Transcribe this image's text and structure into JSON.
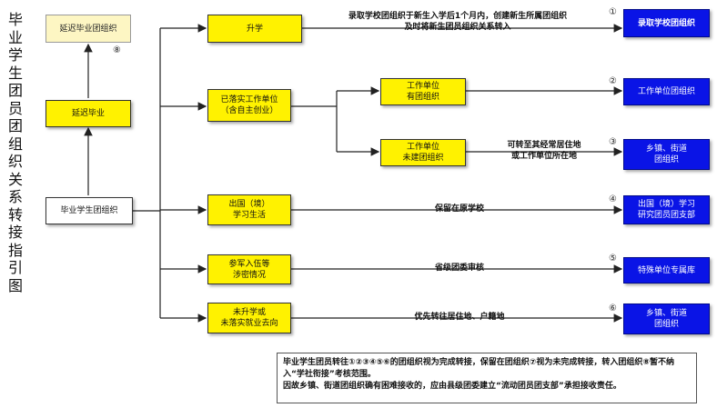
{
  "title": "毕业学生团员团组织关系转接指引图",
  "nodes": {
    "delay": "延迟毕业团组织",
    "delay_num": "⑧",
    "delay_grad": "延迟毕业",
    "grad_org": "毕业学生团组织",
    "further_study": "升学",
    "employed": "已落实工作单位\n（含自主创业）",
    "unit_with_org": "工作单位\n有团组织",
    "unit_no_org": "工作单位\n未建团组织",
    "abroad": "出国（境）\n学习生活",
    "army": "参军入伍等\n涉密情况",
    "unemployed": "未升学或\n未落实就业去向"
  },
  "edge_labels": {
    "further_study": "录取学校团组织于新生入学后1个月内，创建新生所属团组织\n及时将新生团员组织关系转入",
    "unit_no_org": "可转至其经常居住地\n或工作单位所在地",
    "abroad": "保留在原学校",
    "army": "省级团委审核",
    "unemployed": "优先转往居住地、户籍地"
  },
  "destinations": [
    {
      "num": "①",
      "label": "录取学校团组织"
    },
    {
      "num": "②",
      "label": "工作单位团组织"
    },
    {
      "num": "③",
      "label": "乡镇、街道\n团组织"
    },
    {
      "num": "④",
      "label": "出国（境）学习\n研究团员团支部"
    },
    {
      "num": "⑤",
      "label": "特殊单位专属库"
    },
    {
      "num": "⑥",
      "label": "乡镇、街道\n团组织"
    }
  ],
  "note": "毕业学生团员转往①②③④⑤⑥的团组织视为完成转接，保留在团组织⑦视为未完成转接，转入团组织⑧暂不纳入“学社衔接”考核范围。\n因故乡镇、街道团组织确有困难接收的，应由县级团委建立“流动团员团支部”承担接收责任。"
}
